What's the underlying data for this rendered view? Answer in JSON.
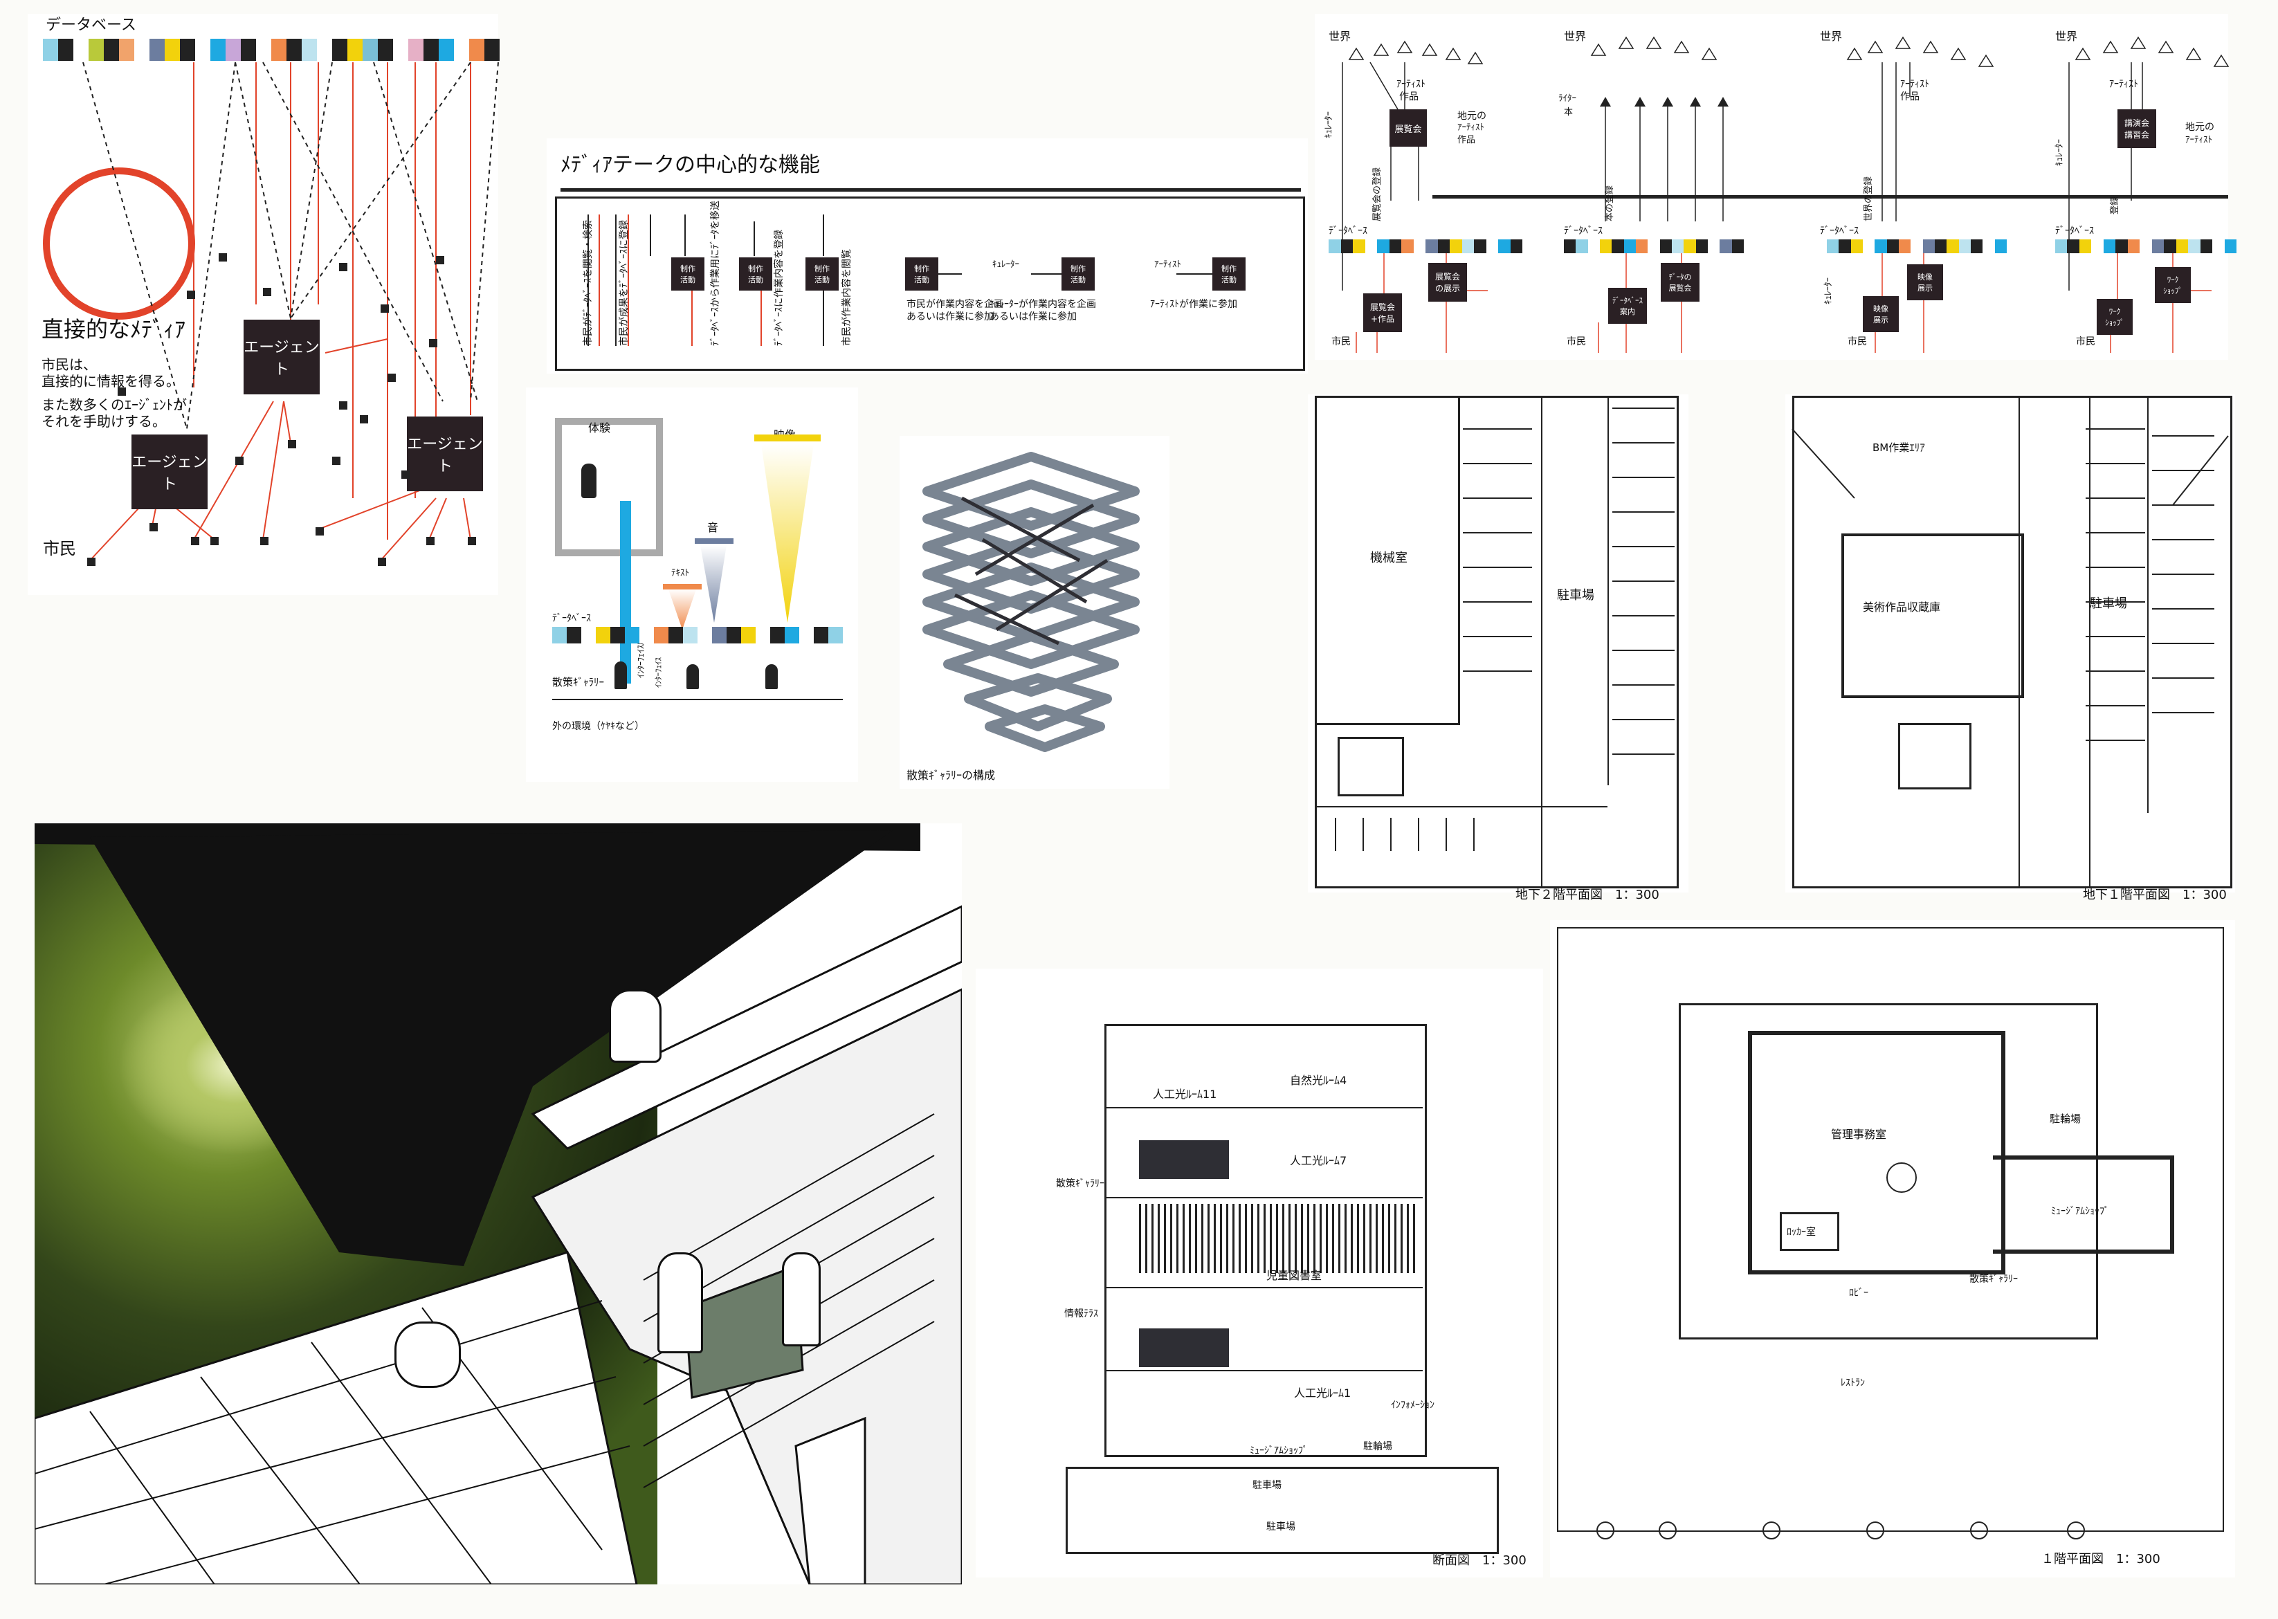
{
  "colors": {
    "red": "#e2432a",
    "dark_box": "#2a2024",
    "cyan": "#1ea9e1",
    "yellow": "#f2d20c",
    "orange": "#f08a4b",
    "slate": "#6c7d9f",
    "greenery": "#3f5a1c"
  },
  "agent_diagram": {
    "database_label": "データベース",
    "direct_media_title": "直接的なﾒﾃﾞｨｱ",
    "direct_media_text_1": "市民は、",
    "direct_media_text_2": "直接的に情報を得る。",
    "direct_media_text_3": "また数多くのｴｰｼﾞｪﾝﾄが",
    "direct_media_text_4": "それを手助けする。",
    "agent_label": "エージェント",
    "citizen_label": "市民"
  },
  "function_panel": {
    "title": "ﾒﾃﾞｨｱテークの中心的な機能",
    "col_1": "市民がﾃﾞｰﾀﾍﾞｰｽを閲覧・検索",
    "col_2": "市民が成果をﾃﾞｰﾀﾍﾞｰｽに登録",
    "col_3": "ﾃﾞｰﾀﾍﾞｰｽから作業用にﾃﾞｰﾀを移送",
    "col_4": "ﾃﾞｰﾀﾍﾞｰｽに作業内容を登録",
    "col_5": "市民が作業内容を閲覧",
    "box_label": "制作\n活動",
    "note_1_a": "市民が作業内容を企画",
    "note_1_b": "あるいは作業に参加",
    "curator": "ｷｭﾚｰﾀｰ",
    "artist": "ｱｰﾃｨｽﾄ",
    "note_2_a": "ｷｭﾚｰﾀｰが作業内容を企画",
    "note_2_b": "あるいは作業に参加",
    "note_3": "ｱｰﾃｨｽﾄが作業に参加"
  },
  "scenarios": [
    {
      "world": "世界",
      "artist": "ｱｰﾃｨｽﾄ",
      "work": "作品",
      "curator": "ｷｭﾚｰﾀｰ",
      "upper_box": "展覧会",
      "local": "地元の",
      "local2": "ｱｰﾃｨｽﾄ",
      "local3": "作品",
      "reg": "展覧会の登録",
      "db": "ﾃﾞｰﾀﾍﾞｰｽ",
      "lower_left": "展覧会\n+作品",
      "lower_right": "展覧会\nの展示",
      "citizen": "市民"
    },
    {
      "world": "世界",
      "artist": "",
      "work": "",
      "curator": "ﾗｲﾀｰ",
      "upper_box": "",
      "local": "本",
      "local2": "",
      "local3": "",
      "reg": "本の登録",
      "db": "ﾃﾞｰﾀﾍﾞｰｽ",
      "lower_left": "ﾃﾞｰﾀﾍﾞｰｽ\n案内",
      "lower_right": "ﾃﾞｰﾀの\n展覧会",
      "citizen": "市民"
    },
    {
      "world": "世界",
      "artist": "ｱｰﾃｨｽﾄ",
      "work": "作品",
      "curator": "ｷｭﾚｰﾀｰ",
      "upper_box": "",
      "local": "",
      "local2": "",
      "local3": "",
      "reg": "世界の登録",
      "db": "ﾃﾞｰﾀﾍﾞｰｽ",
      "lower_left": "映像\n展示",
      "lower_right": "映像\n展示",
      "citizen": "市民"
    },
    {
      "world": "世界",
      "artist": "ｱｰﾃｨｽﾄ",
      "work": "",
      "curator": "ｷｭﾚｰﾀｰ",
      "upper_box": "講演会\n講習会",
      "local": "地元の",
      "local2": "ｱｰﾃｨｽﾄ",
      "local3": "",
      "reg": "登録",
      "db": "ﾃﾞｰﾀﾍﾞｰｽ",
      "lower_left": "ﾜｰｸ\nｼｮｯﾌﾟ",
      "lower_right": "ﾜｰｸ\nｼｮｯﾌﾟ",
      "citizen": "市民"
    }
  ],
  "media_panel": {
    "experience": "体験",
    "video": "映像",
    "sound": "音",
    "text": "ﾃｷｽﾄ",
    "db": "ﾃﾞｰﾀﾍﾞｰｽ",
    "gallery": "散策ｷﾞｬﾗﾘｰ",
    "outer": "外の環境（ｹﾔｷなど）",
    "cyan_bar": "ｲﾝﾀｰﾌｪｲｽﾙｰﾑ",
    "intf": "ｲﾝﾀｰﾌｪｲｽ"
  },
  "gallery_axon": {
    "caption": "散策ｷﾞｬﾗﾘｰの構成"
  },
  "plans": {
    "b2": {
      "caption": "地下２階平面図　1：300",
      "room_1": "機械室",
      "room_2": "駐車場"
    },
    "b1": {
      "caption": "地下１階平面図　1：300",
      "room_1": "BM作業ｴﾘｱ",
      "room_2": "美術作品収蔵庫",
      "room_3": "駐車場"
    },
    "section": {
      "caption": "断面図　1：300",
      "r1": "人工光ﾙｰﾑ11",
      "r2": "自然光ﾙｰﾑ4",
      "r3": "人工光ﾙｰﾑ7",
      "r4": "児童図書室",
      "r5": "人工光ﾙｰﾑ1",
      "r6": "ｲﾝﾌｫﾒｰｼｮﾝ",
      "r7": "ﾐｭｰｼﾞｱﾑｼｮｯﾌﾟ",
      "r8": "駐輪場",
      "r9": "駐車場",
      "r10": "駐車場",
      "side_1": "散策ｷﾞｬﾗﾘｰ",
      "side_2": "情報ﾃﾗｽ"
    },
    "f1": {
      "caption": "１階平面図　1：300",
      "r1": "管理事務室",
      "r2": "駐輪場",
      "r3": "ﾐｭｰｼﾞｱﾑｼｮｯﾌﾟ",
      "r4": "ﾛｯｶｰ室",
      "r5": "ﾛﾋﾞｰ",
      "r6": "散策ｷﾞｬﾗﾘｰ",
      "r7": "ﾚｽﾄﾗﾝ"
    }
  }
}
